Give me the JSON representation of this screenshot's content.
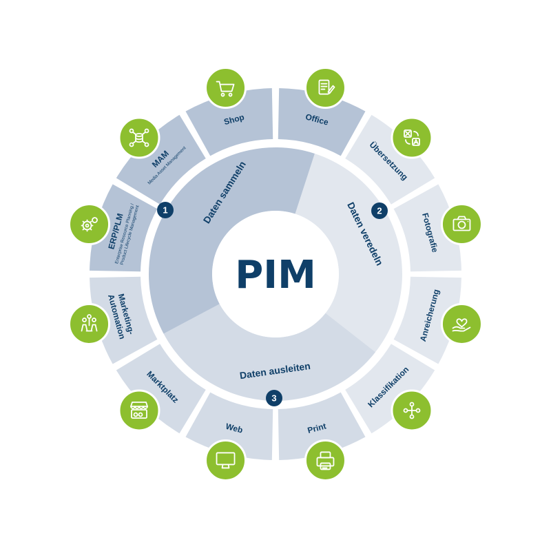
{
  "center": {
    "title": "PIM"
  },
  "phases": [
    {
      "number": "1",
      "label": "Daten sammeln"
    },
    {
      "number": "2",
      "label": "Daten veredeln"
    },
    {
      "number": "3",
      "label": "Daten ausleiten"
    }
  ],
  "segments": [
    {
      "key": "office",
      "label": "Office",
      "sublines": [],
      "icon": "document-edit-icon",
      "group": 1
    },
    {
      "key": "uebersetzung",
      "label": "Übersetzung",
      "sublines": [],
      "icon": "translate-icon",
      "group": 2
    },
    {
      "key": "fotografie",
      "label": "Fotografie",
      "sublines": [],
      "icon": "camera-icon",
      "group": 2
    },
    {
      "key": "anreicherung",
      "label": "Anreicherung",
      "sublines": [],
      "icon": "hand-heart-icon",
      "group": 2
    },
    {
      "key": "klassifikation",
      "label": "Klassifikation",
      "sublines": [],
      "icon": "hierarchy-icon",
      "group": 2
    },
    {
      "key": "print",
      "label": "Print",
      "sublines": [],
      "icon": "printer-icon",
      "group": 3
    },
    {
      "key": "web",
      "label": "Web",
      "sublines": [],
      "icon": "monitor-icon",
      "group": 3
    },
    {
      "key": "marktplatz",
      "label": "Marktplatz",
      "sublines": [],
      "icon": "market-stall-icon",
      "group": 3
    },
    {
      "key": "marketing",
      "label": "Marketing-",
      "label2": "Automation",
      "sublines": [],
      "icon": "people-network-icon",
      "group": 3
    },
    {
      "key": "erp",
      "label": "ERP/PLM",
      "sublines": [
        "Enterprise Resource Planning /",
        "Product Lifecycle Management"
      ],
      "icon": "gears-icon",
      "group": 1
    },
    {
      "key": "mam",
      "label": "MAM",
      "sublines": [
        "Media Asset Management"
      ],
      "icon": "database-network-icon",
      "group": 1
    },
    {
      "key": "shop",
      "label": "Shop",
      "sublines": [],
      "icon": "cart-icon",
      "group": 1
    }
  ],
  "colors": {
    "group1": "#b5c3d6",
    "group2": "#e2e7ee",
    "group3": "#d3dbe6",
    "inner1": "#b5c3d6",
    "inner2": "#e2e7ee",
    "inner3": "#d3dbe6",
    "accent": "#8dbf2f",
    "navy": "#0f3f68",
    "background": "#ffffff"
  }
}
